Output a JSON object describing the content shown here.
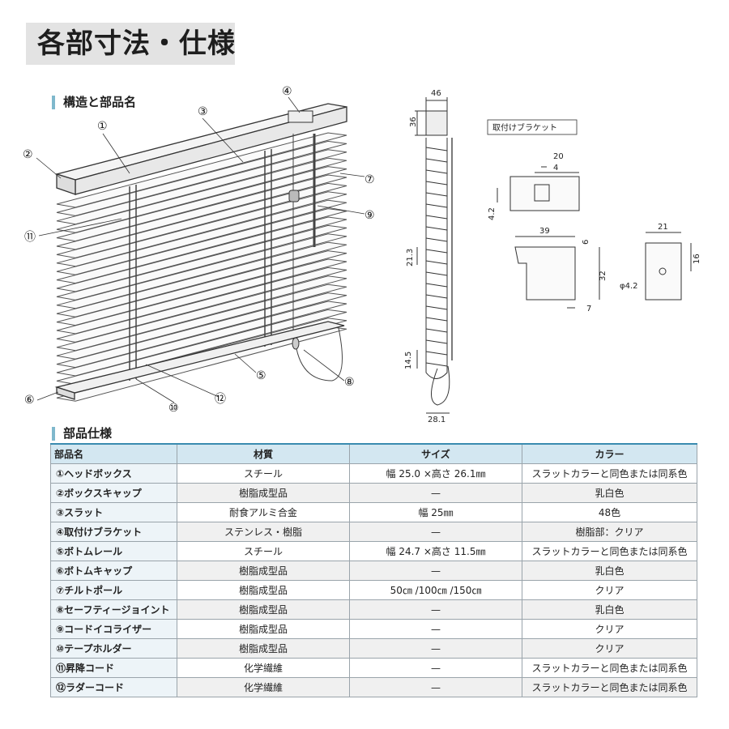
{
  "title": "各部寸法・仕様",
  "structure_heading": "構造と部品名",
  "spec_heading": "部品仕様",
  "callouts": [
    "①",
    "②",
    "③",
    "④",
    "⑤",
    "⑥",
    "⑦",
    "⑧",
    "⑨",
    "⑩",
    "⑪",
    "⑫"
  ],
  "dimensions": {
    "side_width": "46",
    "side_height_top": "36",
    "side_slat_pitch": "21.3",
    "side_bottom_height": "14.5",
    "side_bottom_width": "28.1",
    "bracket_label": "取付けブラケット",
    "bracket_front_width": "20",
    "bracket_front_slot": "4",
    "bracket_front_height": "4.2",
    "bracket_side_width": "39",
    "bracket_side_small": "6",
    "bracket_side_height": "32",
    "bracket_side_bottom": "7",
    "bracket_back_width": "21",
    "bracket_back_height": "16",
    "bracket_back_hole": "φ4.2"
  },
  "table": {
    "headers": [
      "部品名",
      "材質",
      "サイズ",
      "カラー"
    ],
    "rows": [
      [
        "①ヘッドボックス",
        "スチール",
        "幅 25.0 ×高さ 26.1㎜",
        "スラットカラーと同色または同系色"
      ],
      [
        "②ボックスキャップ",
        "樹脂成型品",
        "—",
        "乳白色"
      ],
      [
        "③スラット",
        "耐食アルミ合金",
        "幅 25㎜",
        "48色"
      ],
      [
        "④取付けブラケット",
        "ステンレス・樹脂",
        "—",
        "樹脂部：クリア"
      ],
      [
        "⑤ボトムレール",
        "スチール",
        "幅 24.7 ×高さ 11.5㎜",
        "スラットカラーと同色または同系色"
      ],
      [
        "⑥ボトムキャップ",
        "樹脂成型品",
        "—",
        "乳白色"
      ],
      [
        "⑦チルトポール",
        "樹脂成型品",
        "50㎝ /100㎝ /150㎝",
        "クリア"
      ],
      [
        "⑧セーフティージョイント",
        "樹脂成型品",
        "—",
        "乳白色"
      ],
      [
        "⑨コードイコライザー",
        "樹脂成型品",
        "—",
        "クリア"
      ],
      [
        "⑩テープホルダー",
        "樹脂成型品",
        "—",
        "クリア"
      ],
      [
        "⑪昇降コード",
        "化学繊維",
        "—",
        "スラットカラーと同色または同系色"
      ],
      [
        "⑫ラダーコード",
        "化学繊維",
        "—",
        "スラットカラーと同色または同系色"
      ]
    ]
  }
}
